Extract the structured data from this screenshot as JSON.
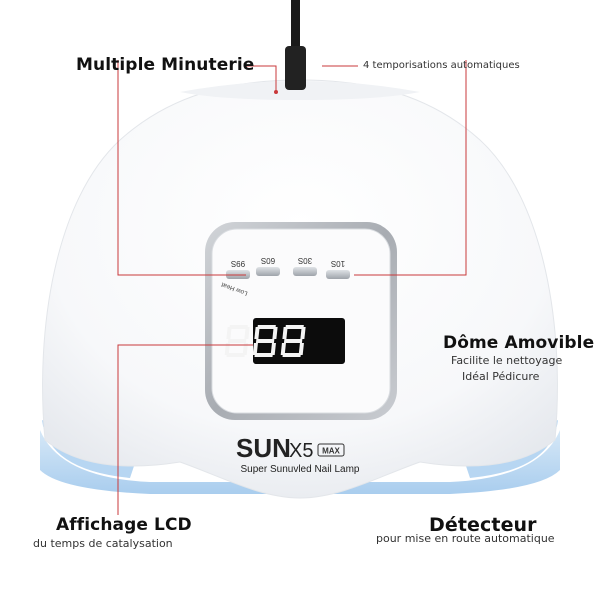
{
  "callouts": {
    "timer_title": "Multiple Minuterie",
    "auto_title": "4 temporisations automatiques",
    "dome_title": "Dôme Amovible",
    "dome_line1": "Facilite le nettoyage",
    "dome_line2": "Idéal Pédicure",
    "lcd_title": "Affichage LCD",
    "lcd_sub": "du temps de catalysation",
    "sensor_title": "Détecteur",
    "sensor_sub": "pour mise en route automatique"
  },
  "lamp": {
    "brand": "SUN",
    "model": "X5",
    "badge": "MAX",
    "tagline": "Super Sunuvled Nail Lamp",
    "display": "888",
    "buttons": [
      "99S",
      "60S",
      "30S",
      "10S"
    ],
    "low_heat": "Low Heat"
  },
  "colors": {
    "callout_line": "#c9393b",
    "base_glow": "#bcd9f2",
    "panel_border": "#b9bcc1"
  }
}
